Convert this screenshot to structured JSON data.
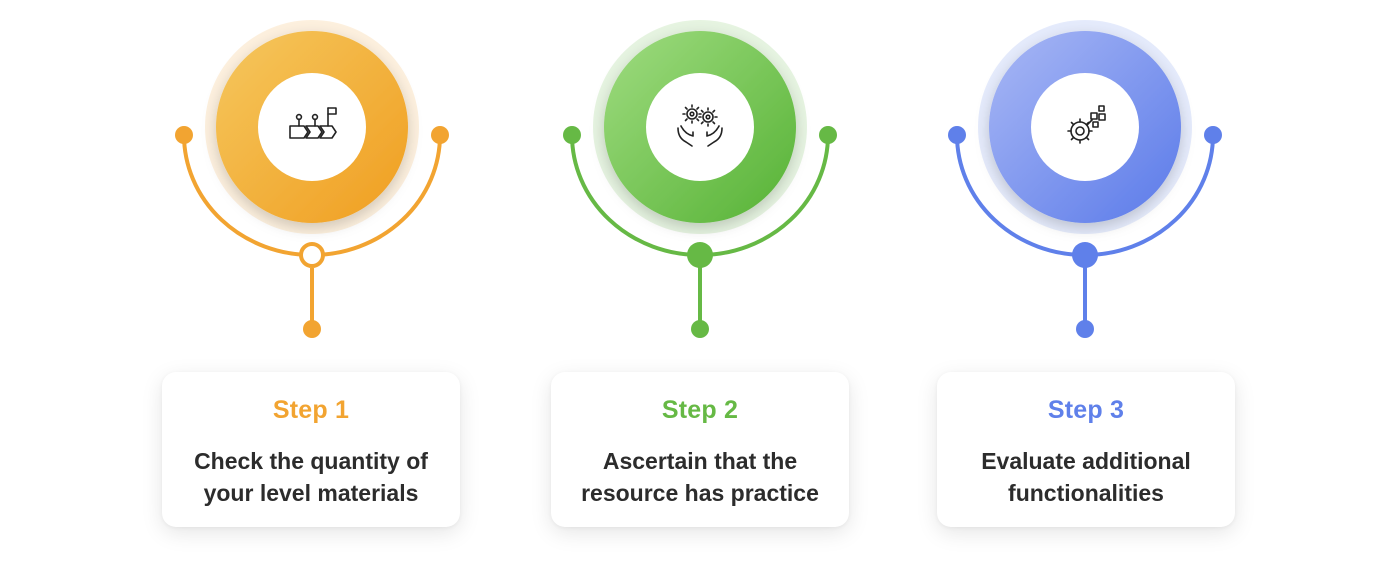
{
  "steps": [
    {
      "id": "step-1",
      "title": "Step 1",
      "description": "Check the quantity of your level materials",
      "icon": "workflow-flag-icon",
      "color": "#f2a431",
      "center_marker": "hollow"
    },
    {
      "id": "step-2",
      "title": "Step 2",
      "description": "Ascertain that the resource has practice",
      "icon": "hands-gears-icon",
      "color": "#66b945",
      "center_marker": "filled"
    },
    {
      "id": "step-3",
      "title": "Step 3",
      "description": "Evaluate additional functionalities",
      "icon": "gear-blocks-icon",
      "color": "#5f80ea",
      "center_marker": "filled"
    }
  ]
}
